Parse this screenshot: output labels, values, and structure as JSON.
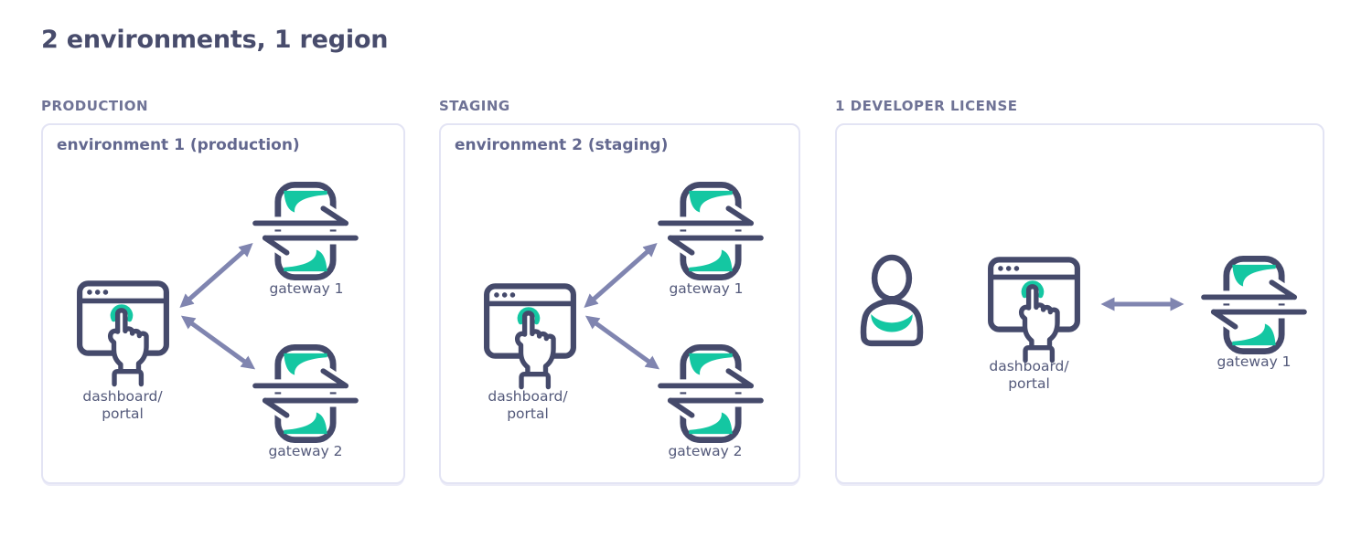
{
  "title": "2 environments, 1 region",
  "colors": {
    "ink": "#454A6B",
    "teal": "#14C7A2",
    "arrow": "#8085B0",
    "panel_border": "#E3E4F4",
    "title_color": "#484C6C",
    "heading_color": "#63688F",
    "section_label_color": "#6F7396",
    "node_label_color": "#545A7B"
  },
  "panels": [
    {
      "section_label": "PRODUCTION",
      "heading": "environment 1 (production)",
      "dashboard": {
        "label_line1": "dashboard/",
        "label_line2": "portal"
      },
      "gateways": [
        {
          "label": "gateway 1"
        },
        {
          "label": "gateway 2"
        }
      ]
    },
    {
      "section_label": "STAGING",
      "heading": "environment 2 (staging)",
      "dashboard": {
        "label_line1": "dashboard/",
        "label_line2": "portal"
      },
      "gateways": [
        {
          "label": "gateway 1"
        },
        {
          "label": "gateway 2"
        }
      ]
    },
    {
      "section_label": "1 DEVELOPER LICENSE",
      "dashboard": {
        "label_line1": "dashboard/",
        "label_line2": "portal"
      },
      "gateways": [
        {
          "label": "gateway 1"
        }
      ]
    }
  ]
}
